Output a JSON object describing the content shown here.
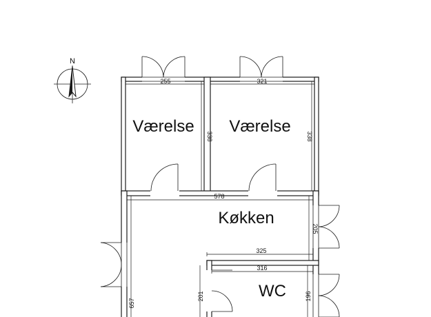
{
  "compass": {
    "label": "N",
    "icon": "north-arrow-icon"
  },
  "rooms": [
    {
      "id": "room-left",
      "label": "Værelse"
    },
    {
      "id": "room-right",
      "label": "Værelse"
    },
    {
      "id": "kitchen",
      "label": "Køkken"
    },
    {
      "id": "wc",
      "label": "WC"
    }
  ],
  "dimensions": {
    "room_left_width": "255",
    "room_right_width": "321",
    "room_left_height": "338",
    "room_right_height": "338",
    "kitchen_width": "578",
    "kitchen_right_height": "205",
    "kitchen_inner_width": "325",
    "wc_width": "316",
    "wc_left_height": "201",
    "wc_right_height": "196",
    "kitchen_left_height": "657"
  },
  "colors": {
    "ink": "#1a1a1a",
    "paper": "#ffffff"
  }
}
